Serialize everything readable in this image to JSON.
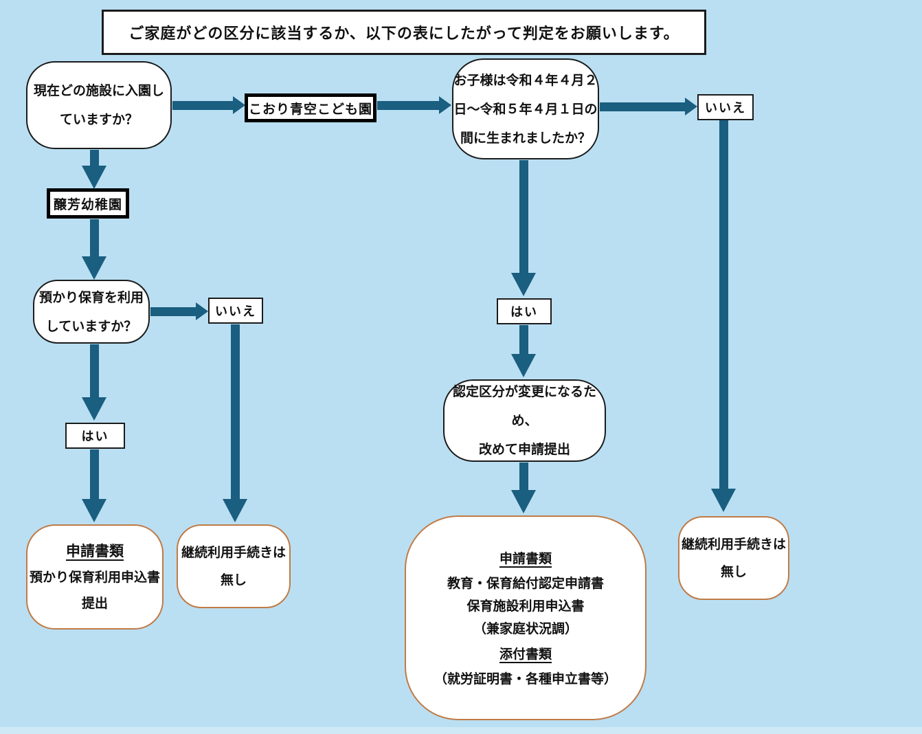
{
  "title": "ご家庭がどの区分に該当するか、以下の表にしたがって判定をお願いします。",
  "labels": {
    "yes": "はい",
    "no": "いいえ"
  },
  "facilities": {
    "koori_aozora": "こおり青空こども園",
    "jouhou_youchien": "醸芳幼稚園"
  },
  "questions": {
    "current_facility": {
      "lines": [
        "現在どの施設に入園し",
        "ていますか？"
      ]
    },
    "birthdate": {
      "lines": [
        "お子様は令和４年４月２",
        "日～令和５年４月１日の",
        "間に生まれましたか？"
      ]
    },
    "azukari": {
      "lines": [
        "預かり保育を利用",
        "していますか？"
      ]
    }
  },
  "outcomes": {
    "nintei_change": {
      "lines": [
        "認定区分が変更になるため、",
        "改めて申請提出"
      ]
    },
    "no_procedure": {
      "lines": [
        "継続利用手続きは",
        "無し"
      ]
    },
    "docs_left": {
      "heading": "申請書類",
      "lines": [
        "預かり保育利用申込書",
        "提出"
      ]
    },
    "docs_center": {
      "heading_application": "申請書類",
      "application_lines": [
        "教育・保育給付認定申請書",
        "保育施設利用申込書",
        "（兼家庭状況調）"
      ],
      "heading_attachment": "添付書類",
      "attachment_line": "（就労証明書・各種申立書等）"
    }
  },
  "colors": {
    "background": "#badff2",
    "arrow": "#1a5e80",
    "box_border": "#1b1b1b",
    "result_border": "#c07a45",
    "box_fill": "#ffffff"
  }
}
